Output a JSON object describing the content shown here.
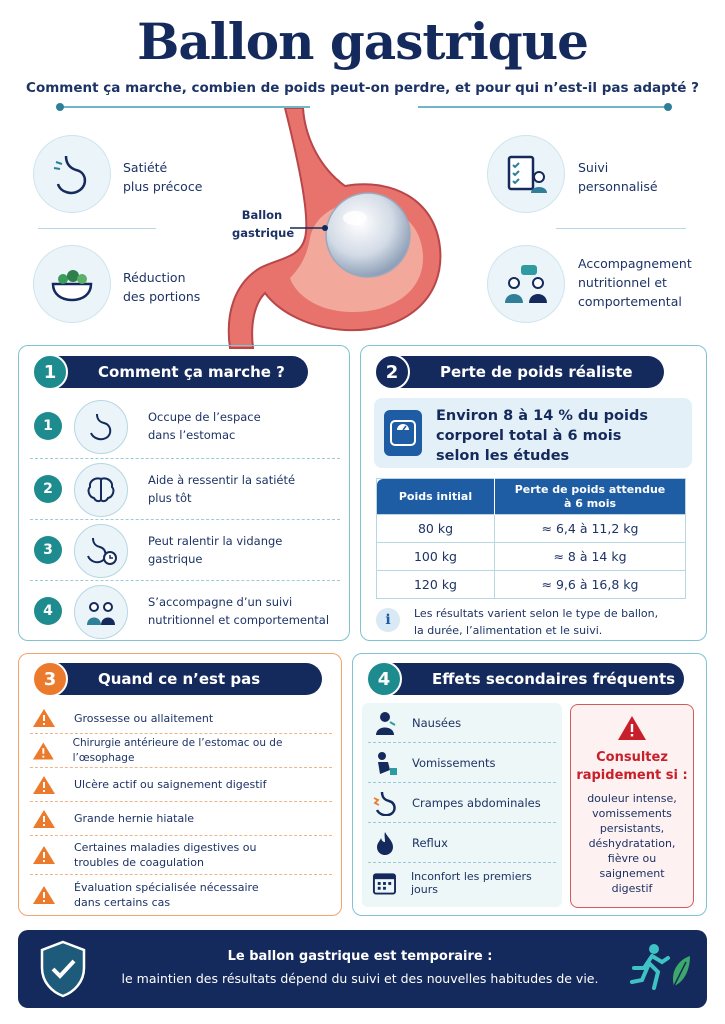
{
  "header": {
    "title": "Ballon gastrique",
    "subtitle": "Comment ça marche, combien de poids peut-on perdre, et pour qui n’est-il pas adapté ?"
  },
  "features": {
    "satiety_l1": "Satiété",
    "satiety_l2": "plus précoce",
    "portions_l1": "Réduction",
    "portions_l2": "des portions",
    "followup_l1": "Suivi",
    "followup_l2": "personnalisé",
    "support_l1": "Accompagnement",
    "support_l2": "nutritionnel et",
    "support_l3": "comportemental",
    "balloon_l1": "Ballon",
    "balloon_l2": "gastrique"
  },
  "section1": {
    "num": "1",
    "title": "Comment ça marche ?",
    "steps": [
      {
        "n": "1",
        "l1": "Occupe de l’espace",
        "l2": "dans l’estomac"
      },
      {
        "n": "2",
        "l1": "Aide à ressentir la satiété",
        "l2": "plus tôt"
      },
      {
        "n": "3",
        "l1": "Peut ralentir la vidange",
        "l2": "gastrique"
      },
      {
        "n": "4",
        "l1": "S’accompagne d’un suivi",
        "l2": "nutritionnel et comportemental"
      }
    ]
  },
  "section2": {
    "num": "2",
    "title": "Perte de poids réaliste",
    "highlight_l1": "Environ 8 à 14 % du poids",
    "highlight_l2": "corporel total à 6 mois",
    "highlight_l3": "selon les études",
    "table": {
      "col1": "Poids initial",
      "col2_l1": "Perte de poids attendue",
      "col2_l2": "à 6 mois",
      "rows": [
        {
          "weight": "80 kg",
          "loss": "≈ 6,4 à 11,2 kg"
        },
        {
          "weight": "100 kg",
          "loss": "≈ 8 à 14 kg"
        },
        {
          "weight": "120 kg",
          "loss": "≈ 9,6 à 16,8 kg"
        }
      ]
    },
    "note_l1": "Les résultats varient selon le type de ballon,",
    "note_l2": "la durée, l’alimentation et le suivi."
  },
  "section3": {
    "num": "3",
    "title": "Quand ce n’est pas adapté",
    "items": [
      {
        "l1": "Grossesse ou allaitement",
        "l2": ""
      },
      {
        "l1": "Chirurgie antérieure de l’estomac ou de l’œsophage",
        "l2": ""
      },
      {
        "l1": "Ulcère actif ou saignement digestif",
        "l2": ""
      },
      {
        "l1": "Grande hernie hiatale",
        "l2": ""
      },
      {
        "l1": "Certaines maladies digestives ou",
        "l2": "troubles de coagulation"
      },
      {
        "l1": "Évaluation spécialisée nécessaire",
        "l2": "dans certains cas"
      }
    ]
  },
  "section4": {
    "num": "4",
    "title": "Effets secondaires fréquents",
    "items": [
      "Nausées",
      "Vomissements",
      "Crampes abdominales",
      "Reflux",
      "Inconfort les premiers jours"
    ],
    "alert_title_l1": "Consultez",
    "alert_title_l2": "rapidement si :",
    "alert_lines": [
      "douleur intense,",
      "vomissements",
      "persistants,",
      "déshydratation,",
      "fièvre ou",
      "saignement",
      "digestif"
    ]
  },
  "footer": {
    "l1": "Le ballon gastrique est temporaire :",
    "l2": "le maintien des résultats dépend du suivi et des nouvelles habitudes de vie."
  },
  "colors": {
    "navy": "#152a5c",
    "teal": "#1e8b8f",
    "orange": "#ec7a2c",
    "alert": "#c8202a"
  }
}
